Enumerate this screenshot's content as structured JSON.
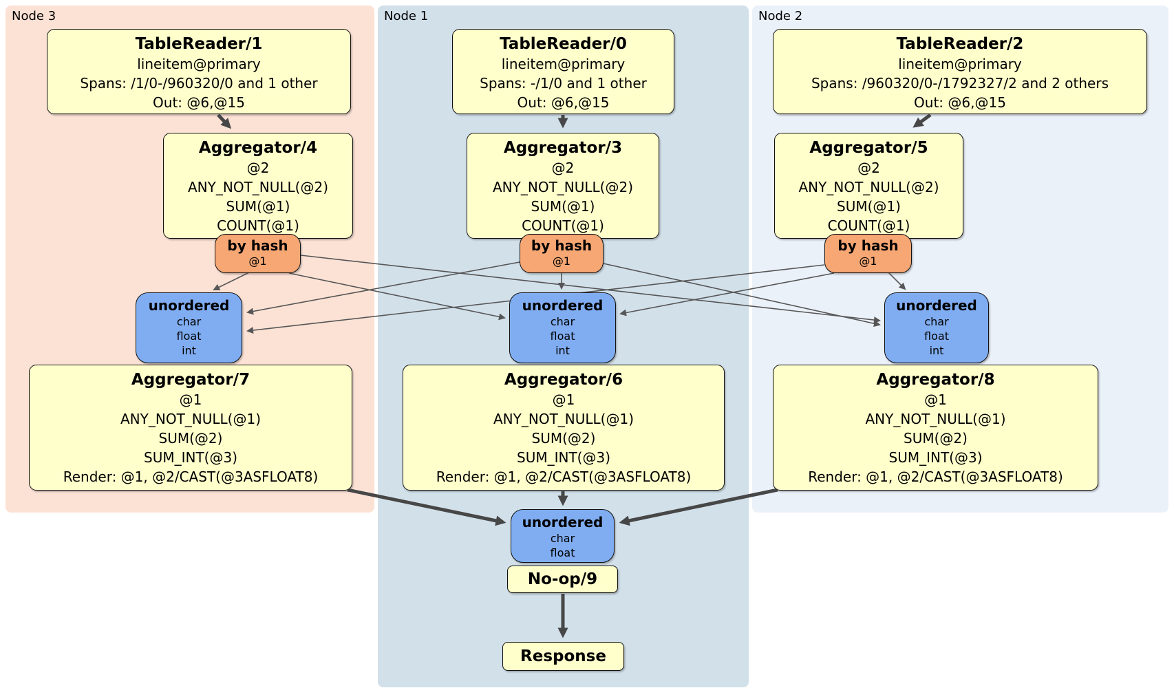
{
  "panels": {
    "node3": {
      "label": "Node 3"
    },
    "node1": {
      "label": "Node 1"
    },
    "node2": {
      "label": "Node 2"
    }
  },
  "processors": {
    "tr1": {
      "title": "TableReader/1",
      "index": "lineitem@primary",
      "spans": "Spans: /1/0-/960320/0 and 1 other",
      "out": "Out: @6,@15"
    },
    "tr0": {
      "title": "TableReader/0",
      "index": "lineitem@primary",
      "spans": "Spans: -/1/0 and 1 other",
      "out": "Out: @6,@15"
    },
    "tr2": {
      "title": "TableReader/2",
      "index": "lineitem@primary",
      "spans": "Spans: /960320/0-/1792327/2 and 2 others",
      "out": "Out: @6,@15"
    },
    "agg4": {
      "title": "Aggregator/4",
      "group": "@2",
      "f1": "ANY_NOT_NULL(@2)",
      "f2": "SUM(@1)",
      "f3": "COUNT(@1)"
    },
    "agg3": {
      "title": "Aggregator/3",
      "group": "@2",
      "f1": "ANY_NOT_NULL(@2)",
      "f2": "SUM(@1)",
      "f3": "COUNT(@1)"
    },
    "agg5": {
      "title": "Aggregator/5",
      "group": "@2",
      "f1": "ANY_NOT_NULL(@2)",
      "f2": "SUM(@1)",
      "f3": "COUNT(@1)"
    },
    "agg7": {
      "title": "Aggregator/7",
      "group": "@1",
      "f1": "ANY_NOT_NULL(@1)",
      "f2": "SUM(@2)",
      "f3": "SUM_INT(@3)",
      "render": "Render: @1, @2/CAST(@3ASFLOAT8)"
    },
    "agg6": {
      "title": "Aggregator/6",
      "group": "@1",
      "f1": "ANY_NOT_NULL(@1)",
      "f2": "SUM(@2)",
      "f3": "SUM_INT(@3)",
      "render": "Render: @1, @2/CAST(@3ASFLOAT8)"
    },
    "agg8": {
      "title": "Aggregator/8",
      "group": "@1",
      "f1": "ANY_NOT_NULL(@1)",
      "f2": "SUM(@2)",
      "f3": "SUM_INT(@3)",
      "render": "Render: @1, @2/CAST(@3ASFLOAT8)"
    },
    "noop": {
      "title": "No-op/9"
    },
    "response": {
      "title": "Response"
    }
  },
  "routers": {
    "hash3": {
      "title": "by hash",
      "detail": "@1"
    },
    "hash1": {
      "title": "by hash",
      "detail": "@1"
    },
    "hash2": {
      "title": "by hash",
      "detail": "@1"
    }
  },
  "syncs": {
    "sync3": {
      "title": "unordered",
      "c1": "char",
      "c2": "float",
      "c3": "int"
    },
    "sync1": {
      "title": "unordered",
      "c1": "char",
      "c2": "float",
      "c3": "int"
    },
    "sync2": {
      "title": "unordered",
      "c1": "char",
      "c2": "float",
      "c3": "int"
    },
    "final": {
      "title": "unordered",
      "c1": "char",
      "c2": "float"
    }
  },
  "colors": {
    "panel_node3": "#fce2d5",
    "panel_node1": "#d2e0ea",
    "panel_node2": "#ebf1f9",
    "processor_fill": "#ffffcc",
    "router_fill": "#f6a774",
    "sync_fill": "#80adf2",
    "edge_thin": "#565656",
    "edge_thick": "#474747"
  }
}
